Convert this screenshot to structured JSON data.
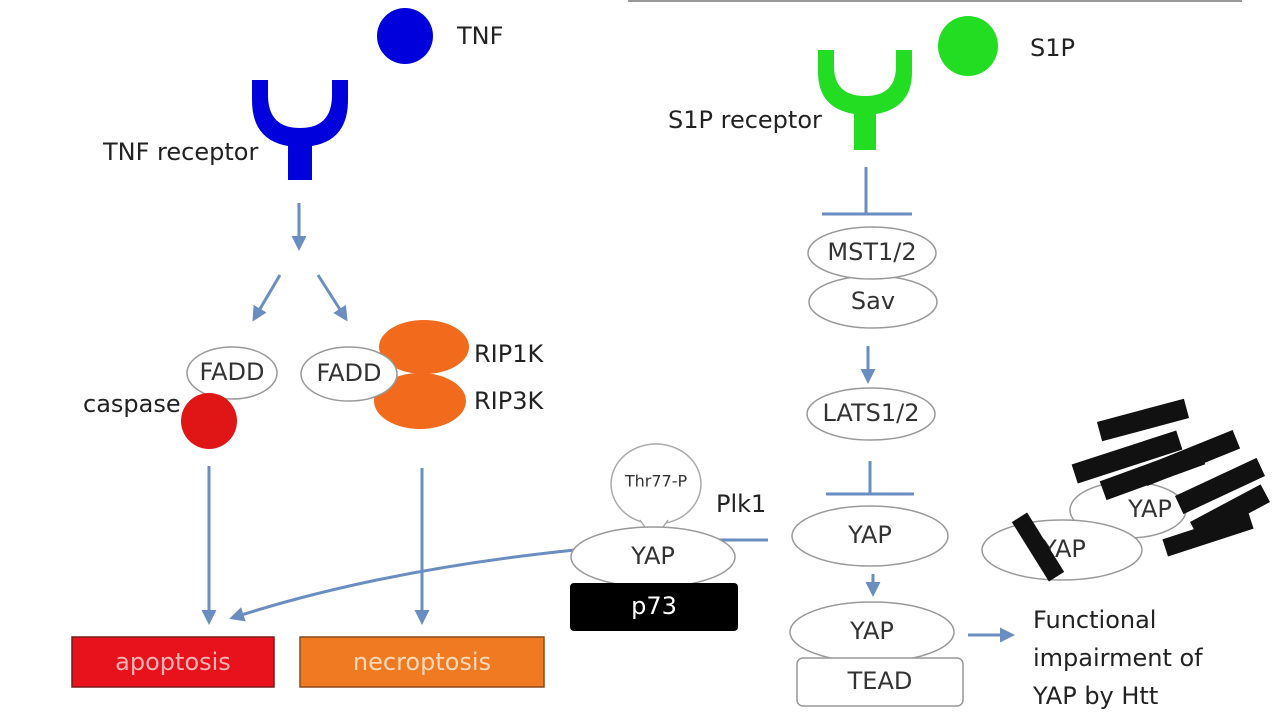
{
  "colors": {
    "tnf": "#0000dd",
    "s1p": "#22dd22",
    "rip": "#f26b1d",
    "caspase": "#e01515",
    "arrow": "#6a8ebf",
    "apoptosis_fill": "#e8121c",
    "apoptosis_text": "#f7b4b4",
    "necroptosis_fill": "#f07a22",
    "necroptosis_text": "#fcd9bb",
    "p73_fill": "#000000",
    "htt": "#111111"
  },
  "left": {
    "ligand": "TNF",
    "receptor": "TNF receptor",
    "fadd_apoptosis": "FADD",
    "caspase": "caspase",
    "fadd_necroptosis": "FADD",
    "rip1k": "RIP1K",
    "rip3k": "RIP3K",
    "apoptosis": "apoptosis",
    "necroptosis": "necroptosis"
  },
  "right": {
    "ligand": "S1P",
    "receptor": "S1P receptor",
    "mst": "MST1/2",
    "sav": "Sav",
    "lats": "LATS1/2",
    "yap_main": "YAP",
    "yap_nuclear": "YAP",
    "tead": "TEAD",
    "outcome_line1": "Functional",
    "outcome_line2": "impairment of",
    "outcome_line3": "YAP by Htt",
    "yap_htt_a": "YAP",
    "yap_htt_b": "YAP"
  },
  "middle": {
    "thr77": "Thr77-P",
    "plk1": "Plk1",
    "yap": "YAP",
    "p73": "p73"
  }
}
